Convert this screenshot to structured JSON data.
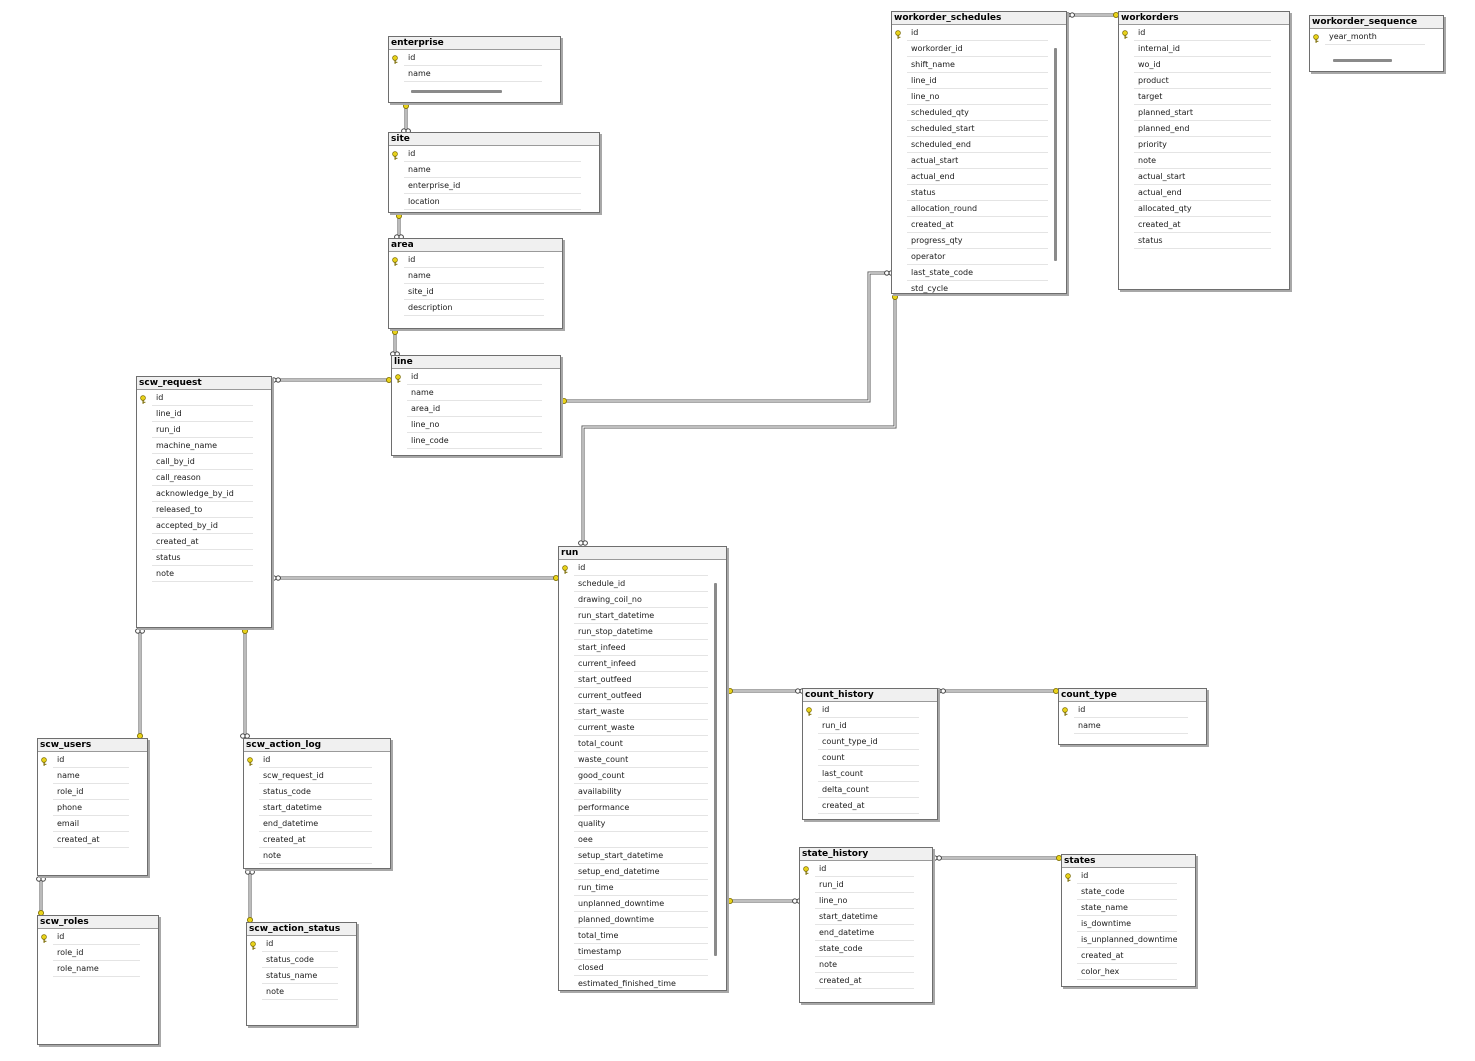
{
  "tables": [
    {
      "id": "enterprise",
      "title": "enterprise",
      "columns": [
        "id",
        "name"
      ],
      "pk": [
        0
      ]
    },
    {
      "id": "site",
      "title": "site",
      "columns": [
        "id",
        "name",
        "enterprise_id",
        "location"
      ],
      "pk": [
        0
      ]
    },
    {
      "id": "area",
      "title": "area",
      "columns": [
        "id",
        "name",
        "site_id",
        "description"
      ],
      "pk": [
        0
      ]
    },
    {
      "id": "line",
      "title": "line",
      "columns": [
        "id",
        "name",
        "area_id",
        "line_no",
        "line_code"
      ],
      "pk": [
        0
      ]
    },
    {
      "id": "scw_request",
      "title": "scw_request",
      "columns": [
        "id",
        "line_id",
        "run_id",
        "machine_name",
        "call_by_id",
        "call_reason",
        "acknowledge_by_id",
        "released_to",
        "accepted_by_id",
        "created_at",
        "status",
        "note"
      ],
      "pk": [
        0
      ]
    },
    {
      "id": "workorder_schedules",
      "title": "workorder_schedules",
      "columns": [
        "id",
        "workorder_id",
        "shift_name",
        "line_id",
        "line_no",
        "scheduled_qty",
        "scheduled_start",
        "scheduled_end",
        "actual_start",
        "actual_end",
        "status",
        "allocation_round",
        "created_at",
        "progress_qty",
        "operator",
        "last_state_code",
        "std_cycle"
      ],
      "pk": [
        0
      ]
    },
    {
      "id": "workorders",
      "title": "workorders",
      "columns": [
        "id",
        "internal_id",
        "wo_id",
        "product",
        "target",
        "planned_start",
        "planned_end",
        "priority",
        "note",
        "actual_start",
        "actual_end",
        "allocated_qty",
        "created_at",
        "status"
      ],
      "pk": [
        0
      ]
    },
    {
      "id": "workorder_sequence",
      "title": "workorder_sequence",
      "columns": [
        "year_month"
      ],
      "pk": [
        0
      ]
    },
    {
      "id": "run",
      "title": "run",
      "columns": [
        "id",
        "schedule_id",
        "drawing_coil_no",
        "run_start_datetime",
        "run_stop_datetime",
        "start_infeed",
        "current_infeed",
        "start_outfeed",
        "current_outfeed",
        "start_waste",
        "current_waste",
        "total_count",
        "waste_count",
        "good_count",
        "availability",
        "performance",
        "quality",
        "oee",
        "setup_start_datetime",
        "setup_end_datetime",
        "run_time",
        "unplanned_downtime",
        "planned_downtime",
        "total_time",
        "timestamp",
        "closed",
        "estimated_finished_time"
      ],
      "pk": [
        0
      ]
    },
    {
      "id": "count_history",
      "title": "count_history",
      "columns": [
        "id",
        "run_id",
        "count_type_id",
        "count",
        "last_count",
        "delta_count",
        "created_at"
      ],
      "pk": [
        0
      ]
    },
    {
      "id": "count_type",
      "title": "count_type",
      "columns": [
        "id",
        "name"
      ],
      "pk": [
        0
      ]
    },
    {
      "id": "state_history",
      "title": "state_history",
      "columns": [
        "id",
        "run_id",
        "line_no",
        "start_datetime",
        "end_datetime",
        "state_code",
        "note",
        "created_at"
      ],
      "pk": [
        0
      ]
    },
    {
      "id": "states",
      "title": "states",
      "columns": [
        "id",
        "state_code",
        "state_name",
        "is_downtime",
        "is_unplanned_downtime",
        "created_at",
        "color_hex"
      ],
      "pk": [
        0
      ]
    },
    {
      "id": "scw_users",
      "title": "scw_users",
      "columns": [
        "id",
        "name",
        "role_id",
        "phone",
        "email",
        "created_at"
      ],
      "pk": [
        0
      ]
    },
    {
      "id": "scw_roles",
      "title": "scw_roles",
      "columns": [
        "id",
        "role_id",
        "role_name"
      ],
      "pk": [
        0
      ]
    },
    {
      "id": "scw_action_log",
      "title": "scw_action_log",
      "columns": [
        "id",
        "scw_request_id",
        "status_code",
        "start_datetime",
        "end_datetime",
        "created_at",
        "note"
      ],
      "pk": [
        0
      ]
    },
    {
      "id": "scw_action_status",
      "title": "scw_action_status",
      "columns": [
        "id",
        "status_code",
        "status_name",
        "note"
      ],
      "pk": [
        0
      ]
    }
  ],
  "relationships": [
    {
      "from": "site",
      "to": "enterprise"
    },
    {
      "from": "area",
      "to": "site"
    },
    {
      "from": "line",
      "to": "area"
    },
    {
      "from": "scw_request",
      "to": "line"
    },
    {
      "from": "workorder_schedules",
      "to": "line"
    },
    {
      "from": "workorder_schedules",
      "to": "workorders"
    },
    {
      "from": "run",
      "to": "workorder_schedules"
    },
    {
      "from": "scw_request",
      "to": "run"
    },
    {
      "from": "count_history",
      "to": "run"
    },
    {
      "from": "count_history",
      "to": "count_type"
    },
    {
      "from": "state_history",
      "to": "run"
    },
    {
      "from": "state_history",
      "to": "states"
    },
    {
      "from": "scw_request",
      "to": "scw_users"
    },
    {
      "from": "scw_action_log",
      "to": "scw_request"
    },
    {
      "from": "scw_users",
      "to": "scw_roles"
    },
    {
      "from": "scw_action_log",
      "to": "scw_action_status"
    }
  ],
  "colors": {
    "key": "#e8d21a",
    "border": "#6e6e6e",
    "line": "#555555"
  }
}
